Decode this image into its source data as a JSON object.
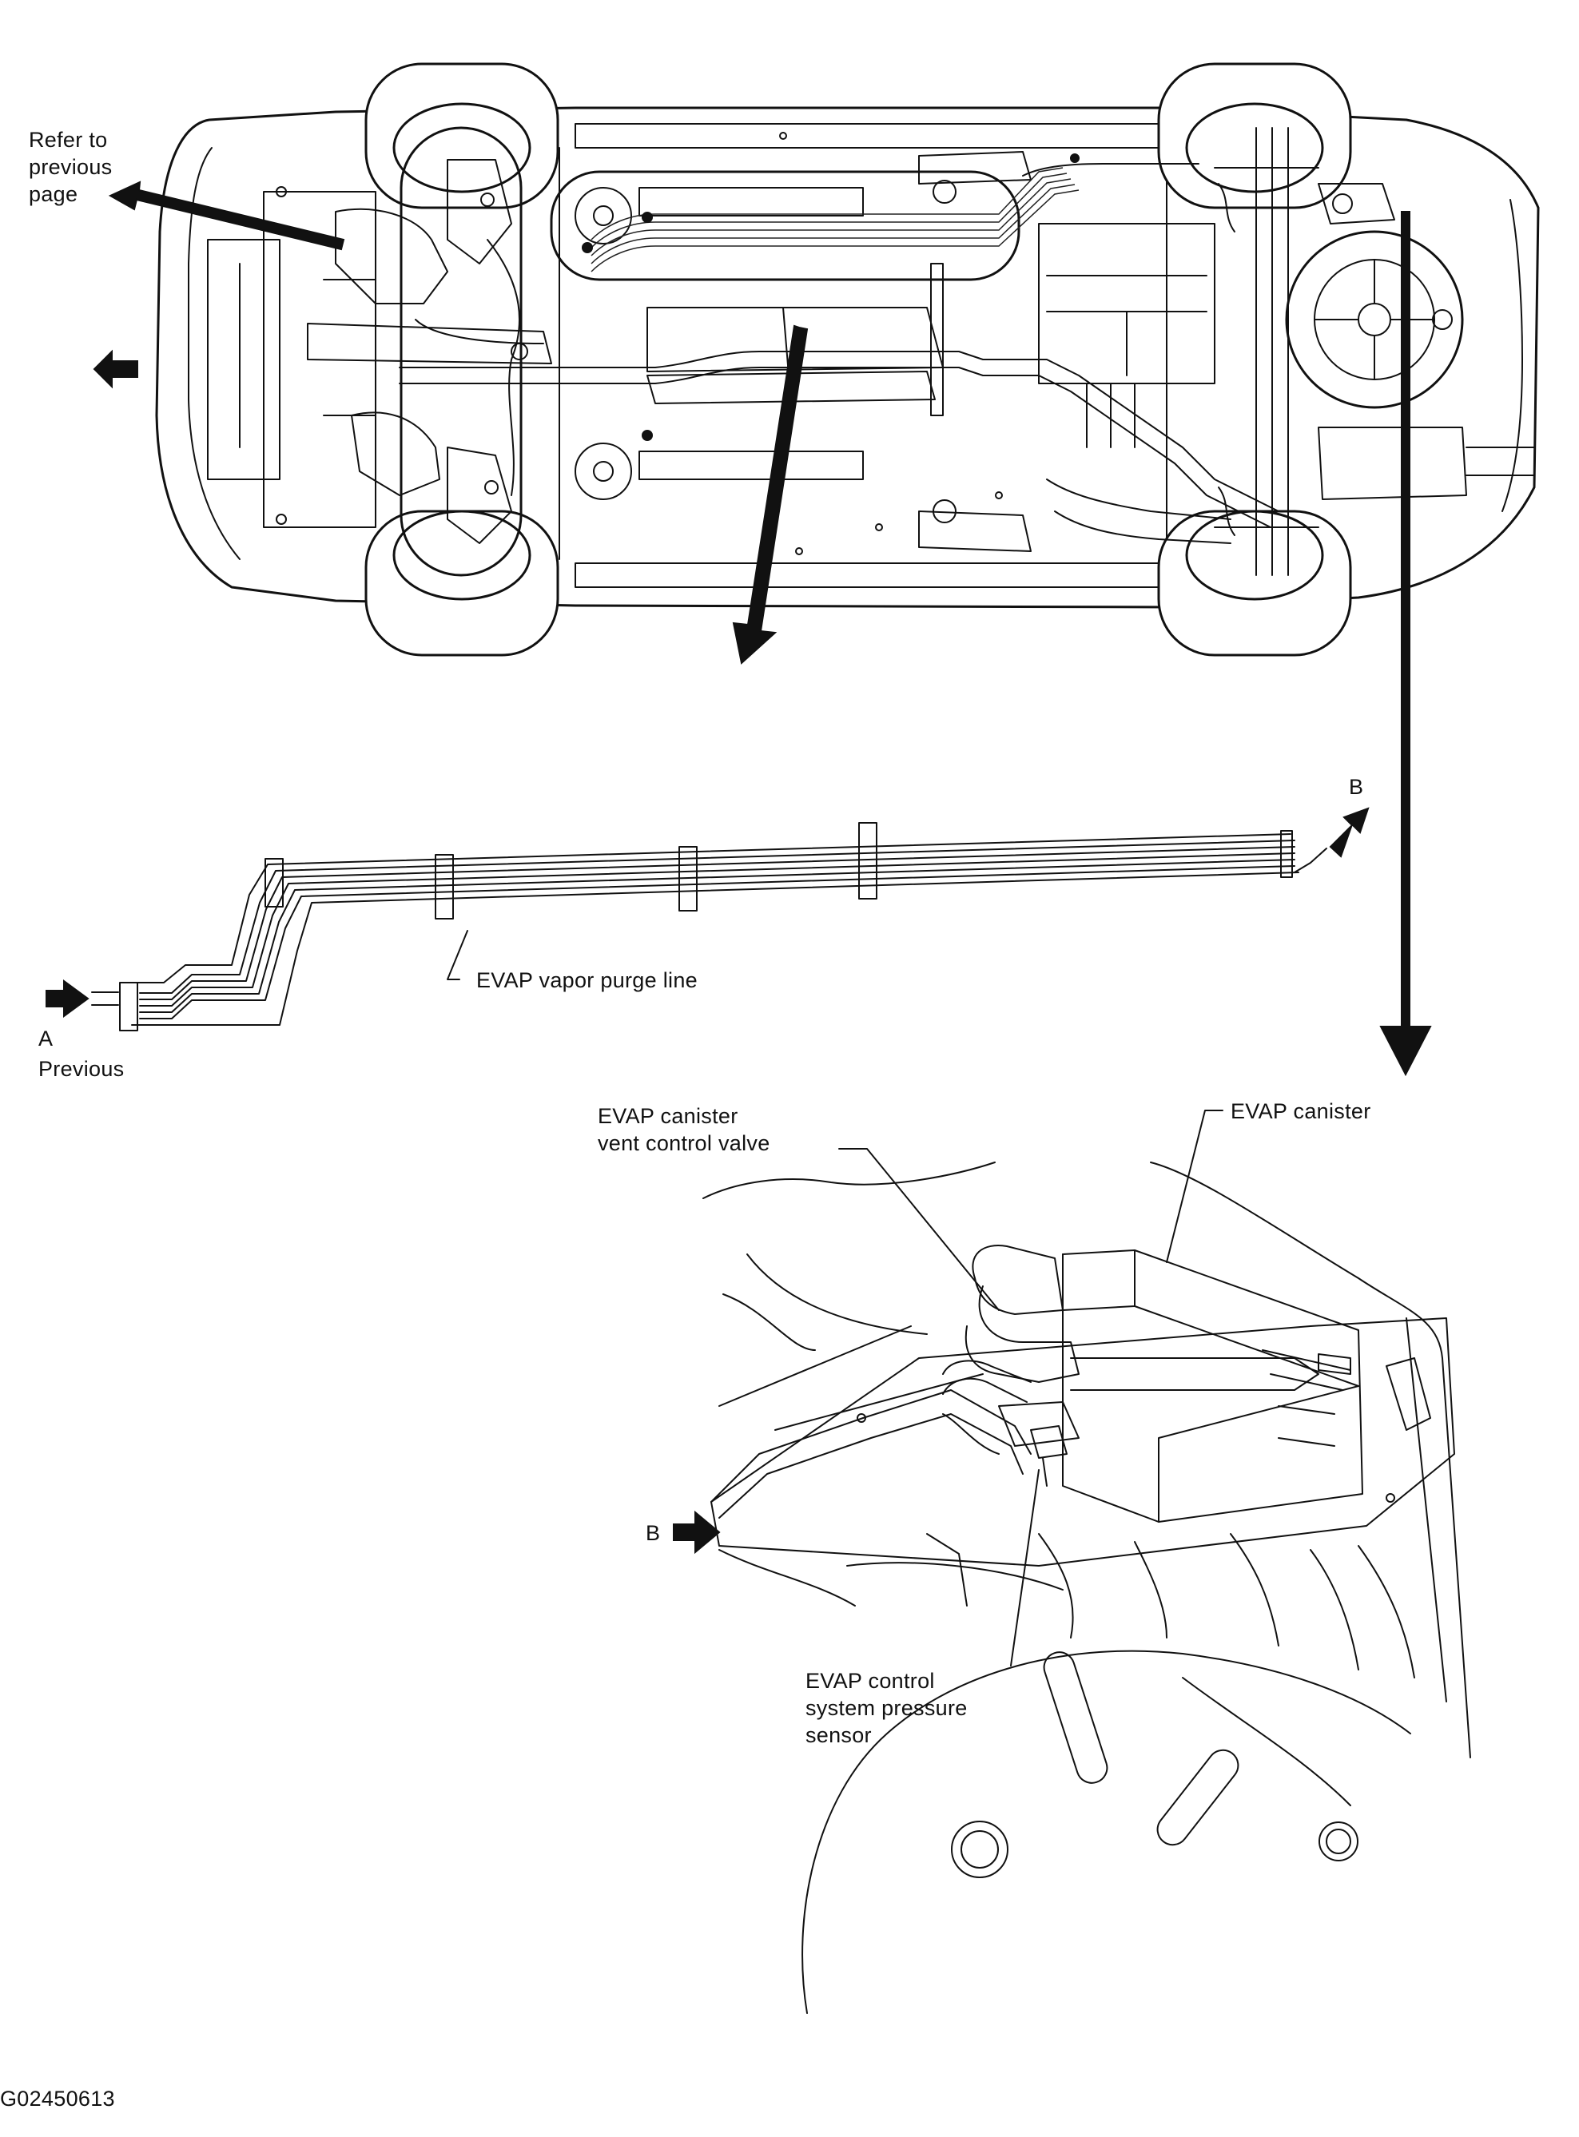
{
  "labels": {
    "refer_previous": "Refer to\nprevious\npage",
    "purge_line": "EVAP vapor purge line",
    "point_b_top": "B",
    "point_a": "A",
    "previous": "Previous",
    "vent_valve": "EVAP canister\nvent control valve",
    "canister": "EVAP canister",
    "point_b_bottom": "B",
    "pressure_sensor": "EVAP control\nsystem pressure\nsensor",
    "figure_code": "G02450613"
  }
}
